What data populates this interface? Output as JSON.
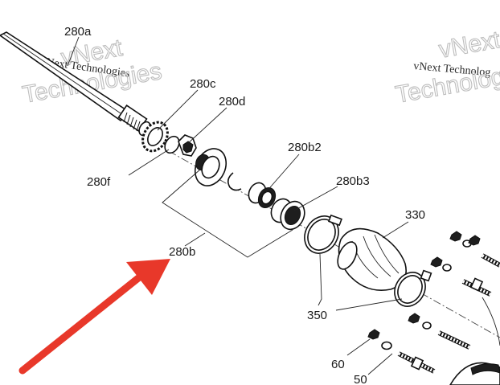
{
  "watermark": {
    "brand": "vNext",
    "small_text": "vNext Technologies",
    "big_text": "Technologies",
    "right_small_text": "vNext Technolog"
  },
  "labels": {
    "p280a": "280a",
    "p280c": "280c",
    "p280d": "280d",
    "p280f": "280f",
    "p280b2": "280b2",
    "p280b3": "280b3",
    "p280b": "280b",
    "p330": "330",
    "p350": "350",
    "p60": "60",
    "p50": "50"
  },
  "colors": {
    "arrow": "#e8382a",
    "ink": "#111111",
    "watermark_outline": "#bdbdbd"
  },
  "icons": {
    "pointer": "red-arrow-icon"
  }
}
